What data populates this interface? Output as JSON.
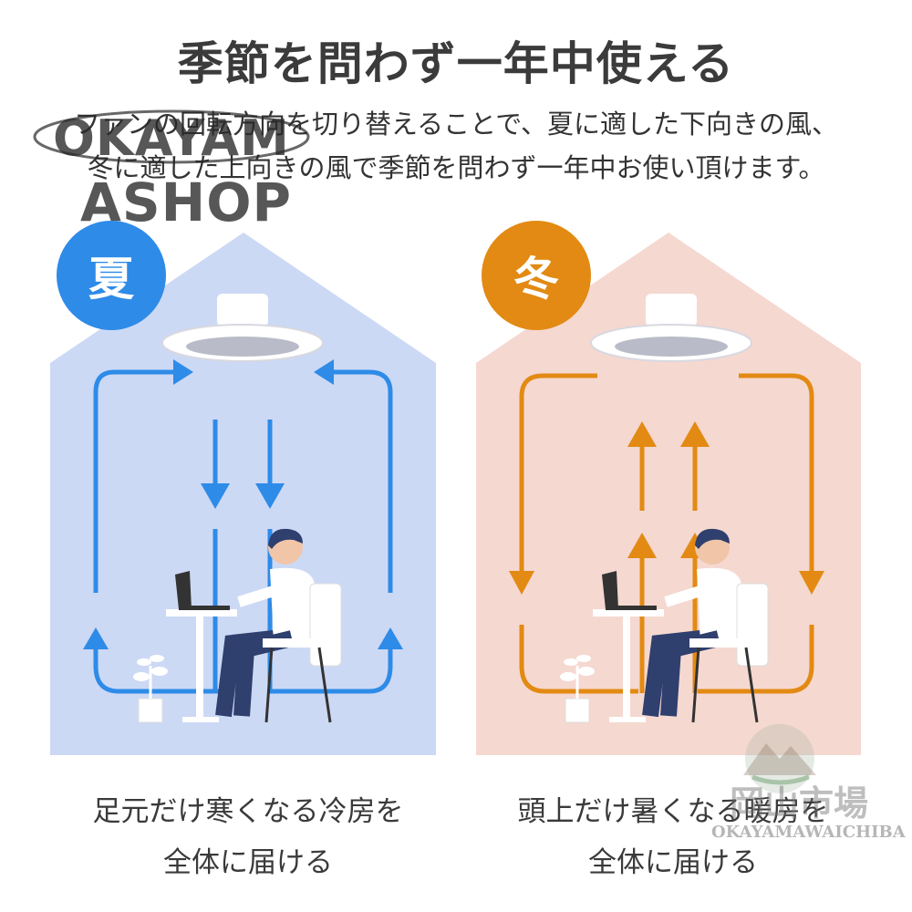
{
  "heading": {
    "title": "季節を問わず一年中使える",
    "subtitle_line1": "ファンの回転方向を切り替えることで、夏に適した下向きの風、",
    "subtitle_line2": "冬に適した上向きの風で季節を問わず一年中お使い頂けます。"
  },
  "watermark": {
    "line1": "OKAYAM",
    "line2": "ASHOP"
  },
  "summer": {
    "badge": "夏",
    "caption_line1": "足元だけ寒くなる冷房を",
    "caption_line2": "全体に届ける",
    "bg_color": "#ccd9f5",
    "arrow_color": "#2e8be8"
  },
  "winter": {
    "badge": "冬",
    "caption_line1": "頭上だけ暑くなる暖房を",
    "caption_line2": "全体に届ける",
    "bg_color": "#f5d8d0",
    "arrow_color": "#e28a13"
  },
  "corner_mark": {
    "line1": "岡山市場",
    "line2": "OKAYAMAWAICHIBA"
  },
  "icons": [
    "ceiling-fan-icon",
    "person-at-laptop-icon",
    "potted-plant-icon",
    "airflow-arrow-icon"
  ]
}
